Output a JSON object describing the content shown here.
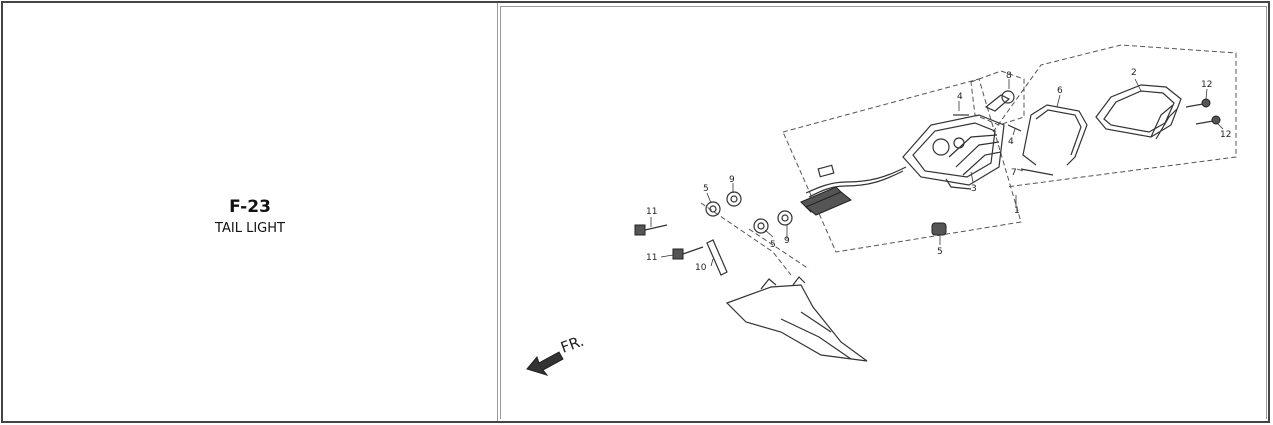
{
  "section": {
    "code": "F-23",
    "title": "TAIL LIGHT"
  },
  "diagram": {
    "direction_label": "FR.",
    "callouts": [
      {
        "id": "c1",
        "text": "1"
      },
      {
        "id": "c2",
        "text": "2"
      },
      {
        "id": "c3",
        "text": "3"
      },
      {
        "id": "c4a",
        "text": "4"
      },
      {
        "id": "c4b",
        "text": "4"
      },
      {
        "id": "c5a",
        "text": "5"
      },
      {
        "id": "c5b",
        "text": "5"
      },
      {
        "id": "c5c",
        "text": "5"
      },
      {
        "id": "c6",
        "text": "6"
      },
      {
        "id": "c7",
        "text": "7"
      },
      {
        "id": "c8",
        "text": "8"
      },
      {
        "id": "c9a",
        "text": "9"
      },
      {
        "id": "c9b",
        "text": "9"
      },
      {
        "id": "c10",
        "text": "10"
      },
      {
        "id": "c11a",
        "text": "11"
      },
      {
        "id": "c11b",
        "text": "11"
      },
      {
        "id": "c12a",
        "text": "12"
      },
      {
        "id": "c12b",
        "text": "12"
      }
    ]
  }
}
